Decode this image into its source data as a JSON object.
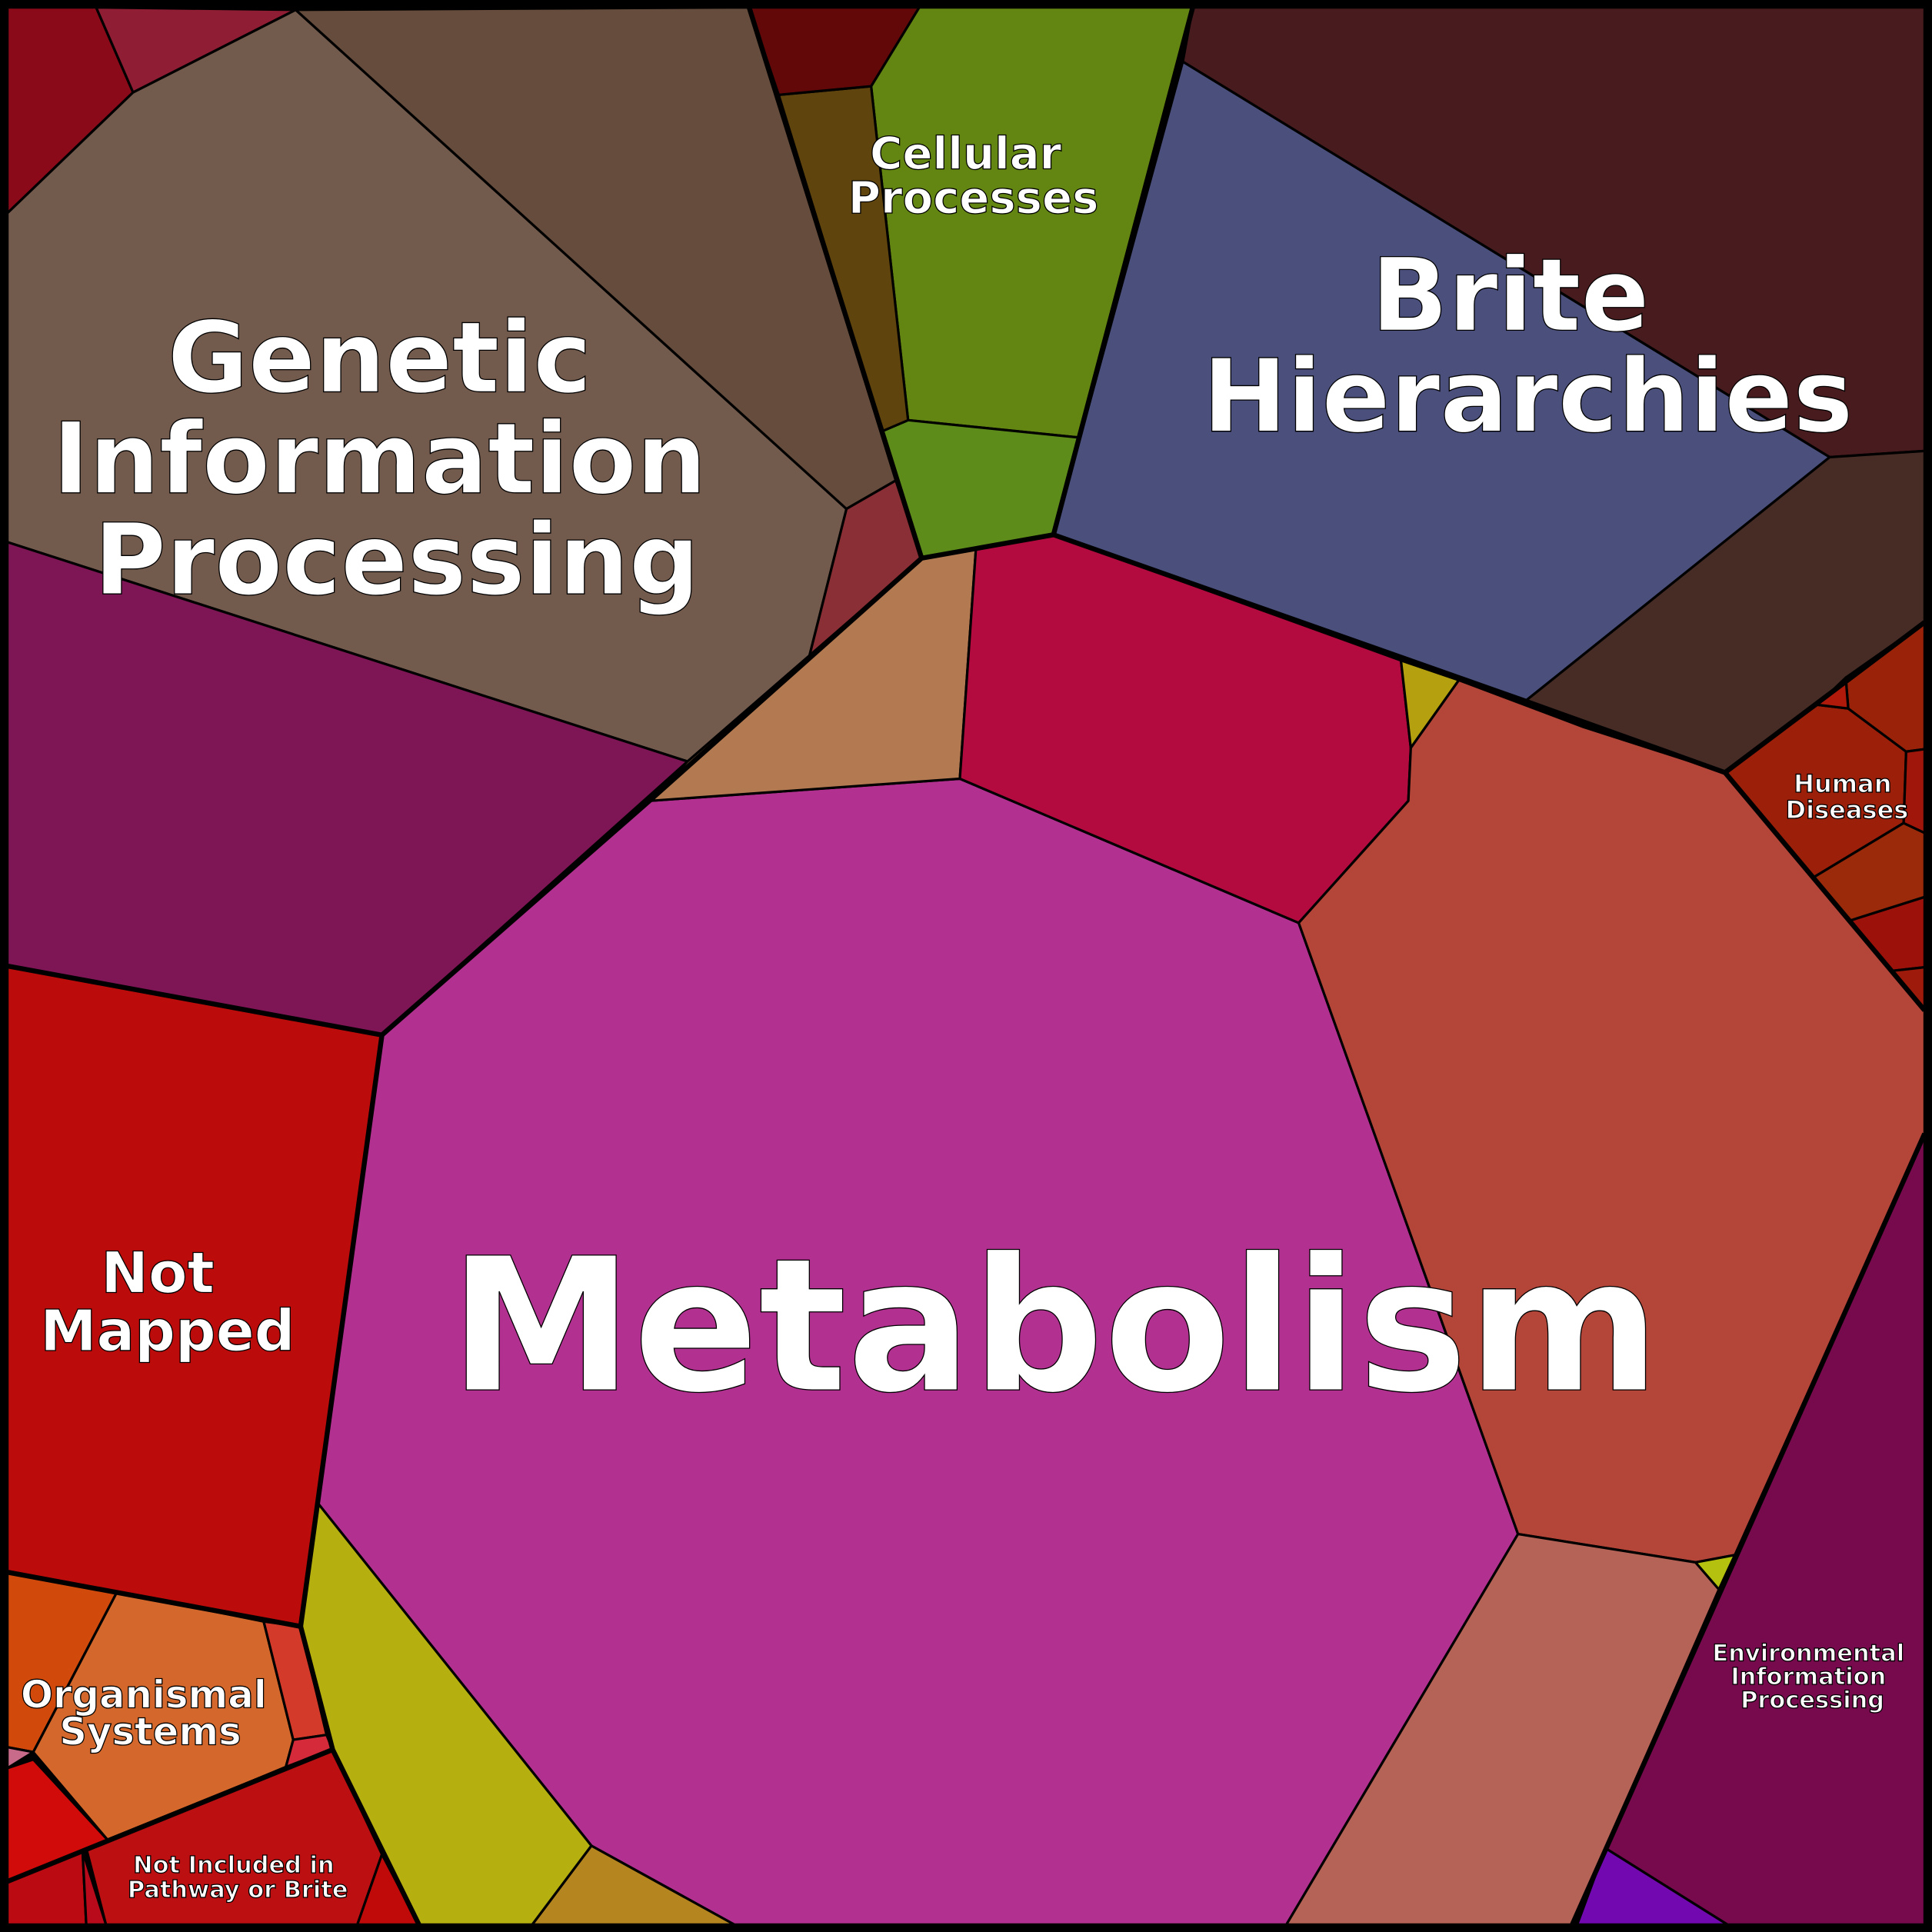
{
  "labels": {
    "genetic": [
      "Genetic",
      "Information",
      "Processing"
    ],
    "brite": [
      "Brite",
      "Hierarchies"
    ],
    "cellular": [
      "Cellular",
      "Processes"
    ],
    "metabolism": "Metabolism",
    "not_mapped": [
      "Not",
      "Mapped"
    ],
    "organismal": [
      "Organismal",
      "Systems"
    ],
    "human": [
      "Human",
      "Diseases"
    ],
    "environmental": [
      "Environmental",
      "Information",
      "Processing"
    ],
    "not_included": [
      "Not Included in",
      "Pathway or Brite"
    ]
  },
  "colors": {
    "metabolism": "#b23190",
    "genetic": "#725a4c",
    "brite": "#4a4f7c",
    "cellular": "#638512",
    "not_mapped": "#bb0b0b",
    "environmental": "#760a4d",
    "human": "#9c1f0a",
    "organismal": "#d4682c"
  }
}
